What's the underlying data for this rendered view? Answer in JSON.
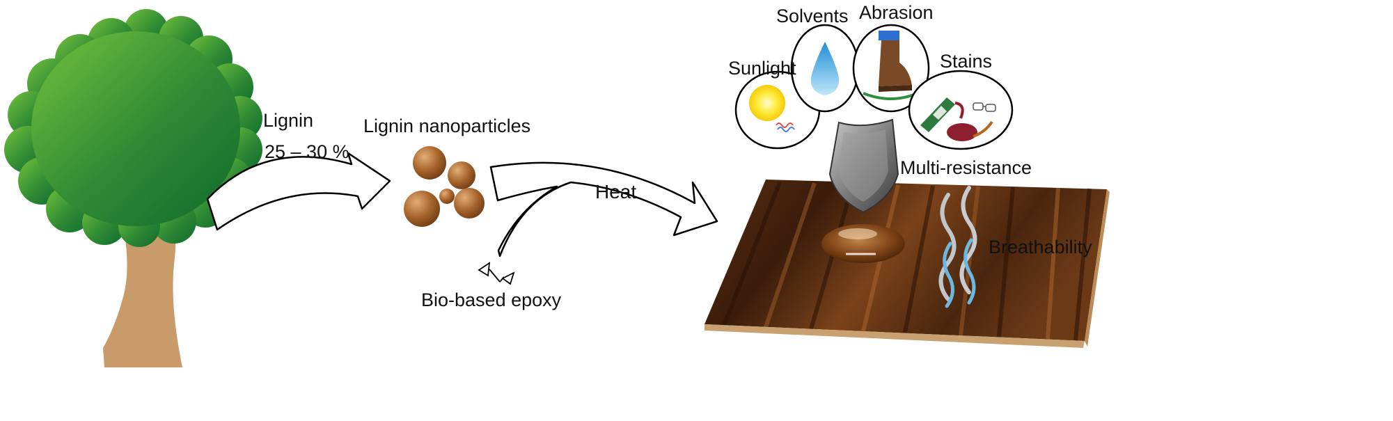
{
  "labels": {
    "lignin": "Lignin",
    "lignin_percent": "25 – 30 %",
    "nanoparticles": "Lignin nanoparticles",
    "heat": "Heat",
    "epoxy": "Bio-based epoxy",
    "solvents": "Solvents",
    "abrasion": "Abrasion",
    "sunlight": "Sunlight",
    "stains": "Stains",
    "multi_resistance": "Multi-resistance",
    "breathability": "Breathability"
  },
  "colors": {
    "tree_canopy_light": "#6fbe3a",
    "tree_canopy_dark": "#0f6b2c",
    "tree_trunk": "#c99b6a",
    "nanoparticle": "#a7662e",
    "wood_dark": "#3b1f0e",
    "wood_light": "#8a4f22",
    "shield": "#6d6d6d",
    "water_drop": "#3aa6e0",
    "sun": "#ffe23a",
    "bottle": "#2c7a3e",
    "wine": "#8e1f2f",
    "shoe": "#7a4a26"
  }
}
